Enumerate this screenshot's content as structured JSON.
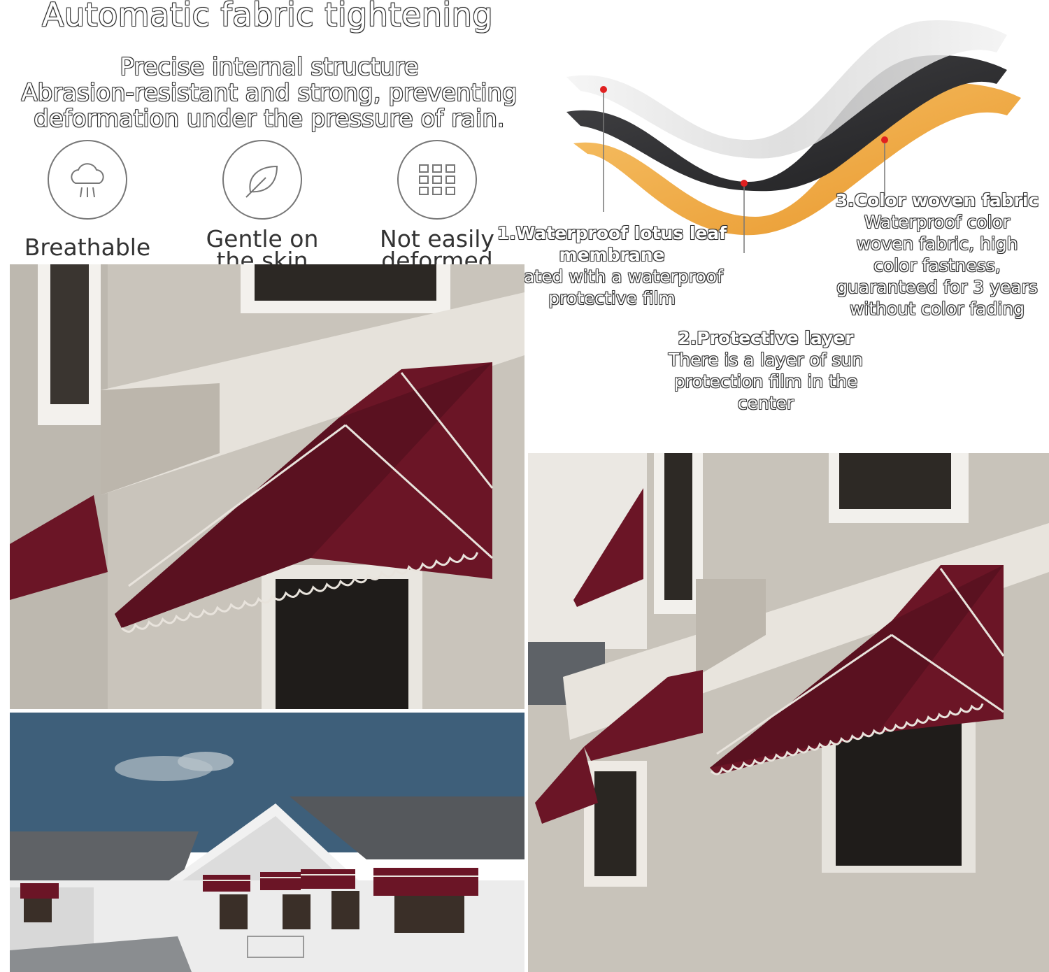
{
  "headline": "Automatic fabric tightening",
  "subtext": {
    "line1": "Precise internal structure",
    "line2": "Abrasion-resistant and strong, preventing",
    "line3": "deformation under the pressure of rain."
  },
  "features": [
    {
      "icon": "cloud-breathable-icon",
      "line1": "Breathable",
      "line2": ""
    },
    {
      "icon": "leaf-icon",
      "line1": "Gentle on",
      "line2": "the skin"
    },
    {
      "icon": "grid-icon",
      "line1": "Not easily",
      "line2": "deformed"
    }
  ],
  "layers": [
    {
      "title_line1": "1.Waterproof lotus leaf",
      "title_line2": "membrane",
      "desc_line1": "Coated with a waterproof",
      "desc_line2": "protective film",
      "desc_line3": ""
    },
    {
      "title_line1": "2.Protective layer",
      "title_line2": "",
      "desc_line1": "There is a layer of sun",
      "desc_line2": "protection film in the",
      "desc_line3": "center"
    },
    {
      "title_line1": "3.Color woven fabric",
      "title_line2": "",
      "desc_line1": "Waterproof color",
      "desc_line2": "woven fabric, high",
      "desc_line3": "color fastness,",
      "desc_line4": "guaranteed for 3 years",
      "desc_line5": "without color fading"
    }
  ],
  "colors": {
    "awning": "#6b1526",
    "awning_stripe": "#e8e3dc",
    "wall": "#d8d4cc",
    "sky": "#3e5f7a",
    "orange_layer": "#f0a53a",
    "dark_layer": "#2e2e30",
    "marker": "#e02020"
  }
}
